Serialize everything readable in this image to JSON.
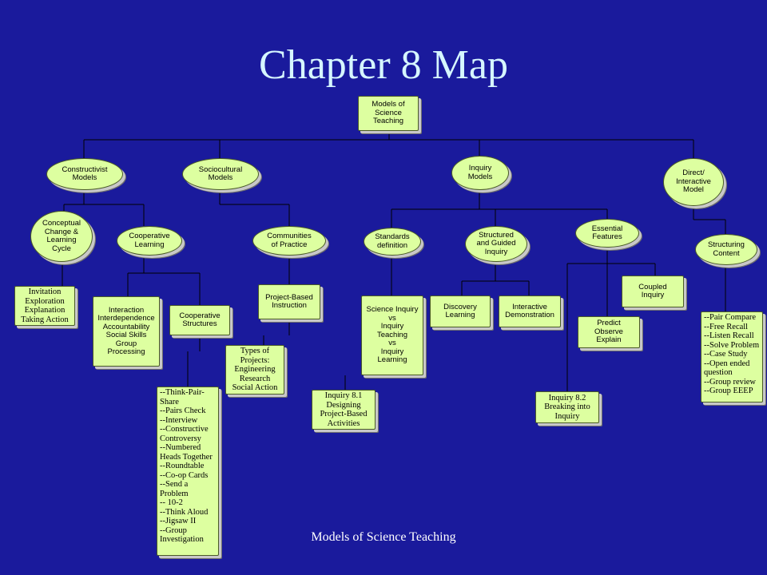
{
  "slide": {
    "title": "Chapter 8 Map",
    "footer": "Models of Science Teaching"
  },
  "nodes": {
    "root": "Models of\nScience\nTeaching",
    "constructivist": "Constructivist\nModels",
    "sociocultural": "Sociocultural\nModels",
    "inquiry": "Inquiry\nModels",
    "direct": "Direct/\nInteractive\nModel",
    "conceptual": "Conceptual\nChange &\nLearning\nCycle",
    "cooperative": "Cooperative\nLearning",
    "communities": "Communities\nof Practice",
    "standards": "Standards\ndefinition",
    "structured": "Structured\nand Guided\nInquiry",
    "essential": "Essential\nFeatures",
    "structuring": "Structuring\nContent",
    "invitation": "Invitation\nExploration\nExplanation\nTaking Action",
    "interaction": "Interaction\nInterdependence\nAccountability\nSocial Skills\nGroup\nProcessing",
    "coop_structures": "Cooperative\nStructures",
    "project_based": "Project-Based\nInstruction",
    "types_projects": "Types of\nProjects:\nEngineering\nResearch\nSocial Action",
    "science_inquiry": "Science Inquiry\nvs\nInquiry\nTeaching\nvs\nInquiry\nLearning",
    "discovery": "Discovery\nLearning",
    "interactive_demo": "Interactive\nDemonstration",
    "coupled": "Coupled\nInquiry",
    "predict": "Predict\nObserve\nExplain",
    "inquiry81": "Inquiry 8.1\nDesigning\nProject-Based\nActivities",
    "inquiry82": "Inquiry 8.2\nBreaking into\nInquiry",
    "think_pair": "--Think-Pair-\nShare\n--Pairs Check\n--Interview\n--Constructive\nControversy\n--Numbered\nHeads Together\n--Roundtable\n--Co-op Cards\n--Send a\nProblem\n-- 10-2\n--Think Aloud\n--Jigsaw II\n--Group\nInvestigation",
    "pair_compare": "--Pair  Compare\n--Free Recall\n--Listen Recall\n--Solve Problem\n--Case Study\n--Open ended\nquestion\n--Group review\n--Group EEEP"
  },
  "colors": {
    "background": "#1a1a9c",
    "title": "#d6f6ff",
    "node_fill": "#ddffa0",
    "connector": "#000000"
  }
}
